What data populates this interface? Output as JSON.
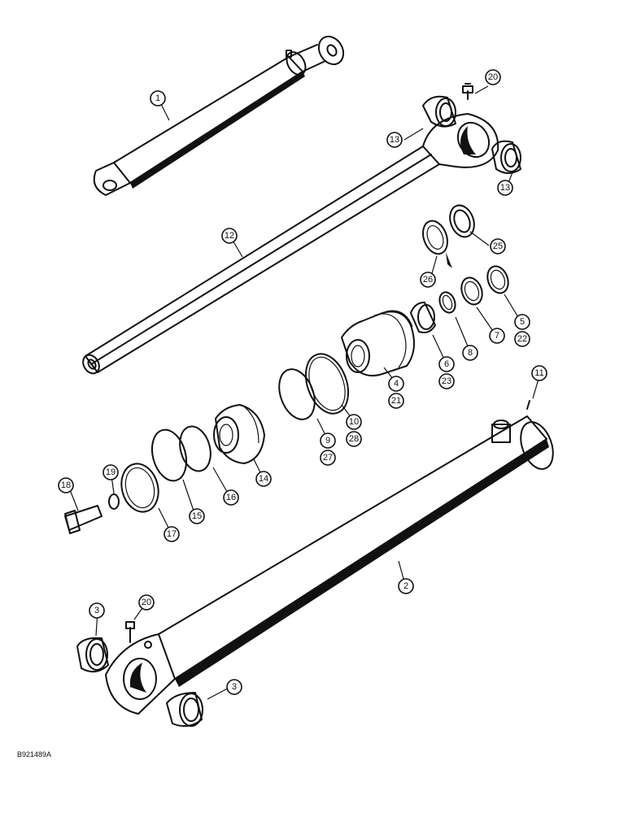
{
  "diagram": {
    "figure_id": "B921489A",
    "callouts": [
      {
        "label": "1"
      },
      {
        "label": "20"
      },
      {
        "label": "13"
      },
      {
        "label": "13"
      },
      {
        "label": "12"
      },
      {
        "label": "25"
      },
      {
        "label": "26"
      },
      {
        "label": "5"
      },
      {
        "label": "22"
      },
      {
        "label": "7"
      },
      {
        "label": "8"
      },
      {
        "label": "6"
      },
      {
        "label": "23"
      },
      {
        "label": "4"
      },
      {
        "label": "21"
      },
      {
        "label": "10"
      },
      {
        "label": "28"
      },
      {
        "label": "9"
      },
      {
        "label": "27"
      },
      {
        "label": "11"
      },
      {
        "label": "14"
      },
      {
        "label": "16"
      },
      {
        "label": "15"
      },
      {
        "label": "17"
      },
      {
        "label": "18"
      },
      {
        "label": "19"
      },
      {
        "label": "2"
      },
      {
        "label": "3"
      },
      {
        "label": "20"
      },
      {
        "label": "3"
      }
    ]
  }
}
